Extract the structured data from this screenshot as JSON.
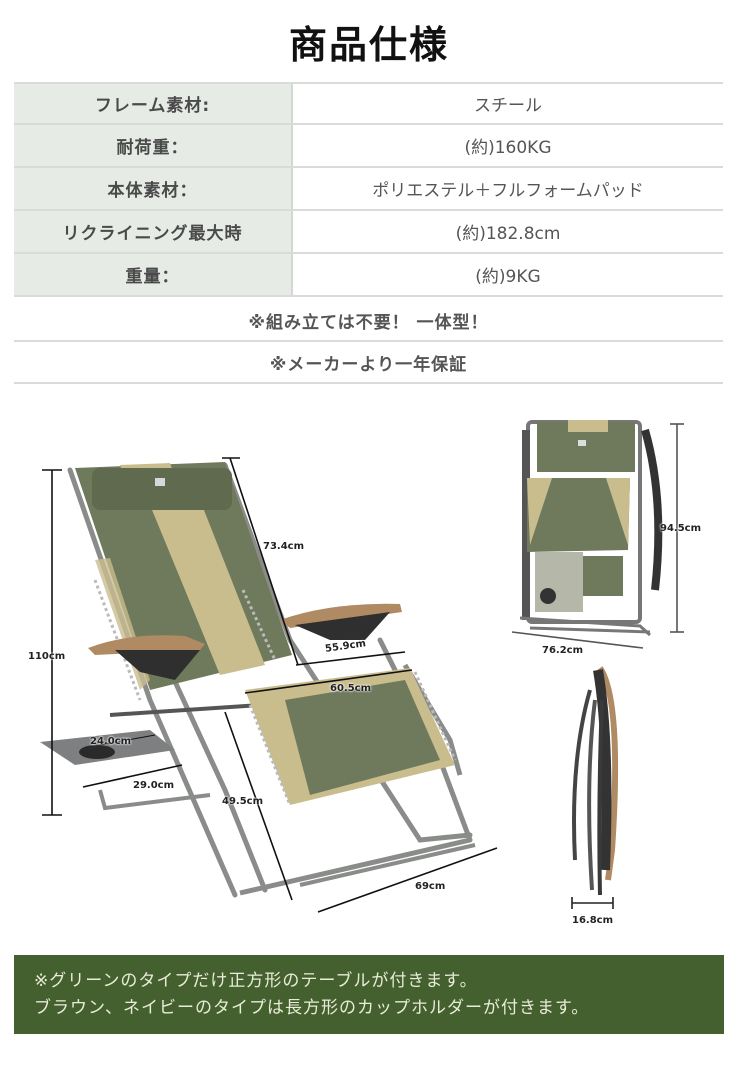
{
  "header": {
    "title": "商品仕様"
  },
  "spec_table": {
    "rows": [
      {
        "label": "フレーム素材:",
        "value": "スチール"
      },
      {
        "label": "耐荷重：",
        "value": "(約)160KG"
      },
      {
        "label": "本体素材：",
        "value": "ポリエステル＋フルフォームパッド"
      },
      {
        "label": "リクライニング最大時",
        "value": "(約)182.8cm"
      },
      {
        "label": "重量：",
        "value": "(約)9KG"
      }
    ]
  },
  "notes": [
    "※組み立ては不要！ 一体型！",
    "※メーカーより一年保証"
  ],
  "figure": {
    "main_chair": {
      "dimensions": {
        "height": "110cm",
        "backrest_length": "73.4cm",
        "seat_inner_width": "55.9cm",
        "seat_outer_width": "60.5cm",
        "table_width": "24.0cm",
        "table_depth": "29.0cm",
        "seat_height": "49.5cm",
        "base_depth": "69cm"
      }
    },
    "folded_front": {
      "dimensions": {
        "height": "94.5cm",
        "width": "76.2cm"
      }
    },
    "folded_side": {
      "dimensions": {
        "thickness": "16.8cm"
      }
    },
    "colors": {
      "fabric_green": "#6f7a5c",
      "fabric_tan": "#c9bd8e",
      "frame_gray": "#8a8c8a",
      "armrest_wood": "#b08a62"
    }
  },
  "footer": {
    "background": "#45602f",
    "lines": [
      "※グリーンのタイプだけ正方形のテーブルが付きます。",
      "ブラウン、ネイビーのタイプは長方形のカップホルダーが付きます。"
    ]
  }
}
